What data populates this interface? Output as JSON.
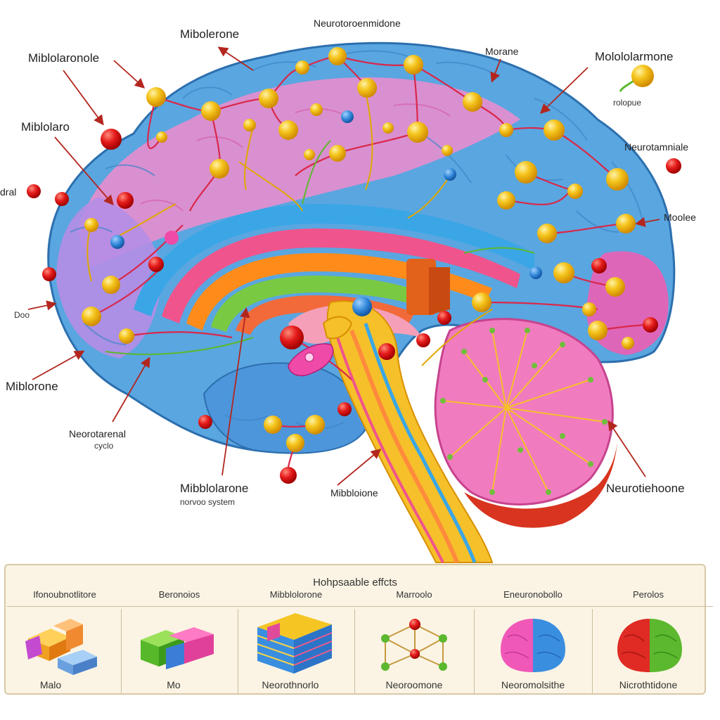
{
  "diagram": {
    "labels": {
      "top_center": "Neurotoroenmidone",
      "top_left_1": "Mibolerone",
      "left_1": "Miblolaronole",
      "left_2": "Miblolaro",
      "left_3": "dral",
      "left_4": "Doo",
      "left_5": "Miblorone",
      "top_right_1": "Morane",
      "top_right_2": "Molololarmone",
      "top_right_2_sub": "rolopue",
      "right_1": "Neurotamniale",
      "right_2": "Moolee",
      "right_3": "Neurotiehoone",
      "bottom_left_1": "Neorotarenal",
      "bottom_left_1_sub": "cyclo",
      "bottom_center_1": "Mibblolarone",
      "bottom_center_1_sub": "norvoo system",
      "bottom_center_2": "Mibbloione"
    },
    "colors": {
      "cortex_blue": "#5aa6e0",
      "cortex_pink": "#f08ccc",
      "cortex_purple": "#b48ee6",
      "node_yellow": "#f2c21a",
      "node_red": "#e0161b",
      "node_blue": "#2f86d8",
      "axon_red": "#d9284a",
      "brainstem_yellow": "#f5c02a",
      "cerebellum_pink": "#f07cbf",
      "legend_bg": "#fbf4e4"
    }
  },
  "legend": {
    "title": "Hohpsaable effcts",
    "items": [
      {
        "header": "Ifonoubnotlitore",
        "footer": "Malo",
        "icon": "stacked-blocks-icon"
      },
      {
        "header": "Beronoios",
        "footer": "Mo",
        "icon": "green-pink-blocks-icon"
      },
      {
        "header": "Mibblolorone",
        "footer": "Neorothnorlo",
        "icon": "striped-cube-icon"
      },
      {
        "header": "Marroolo",
        "footer": "Neoroomone",
        "icon": "molecule-lattice-icon"
      },
      {
        "header": "Eneuronobollo",
        "footer": "Neoromolsithe",
        "icon": "pink-blue-brain-icon"
      },
      {
        "header": "Perolos",
        "footer": "Nicrothtidone",
        "icon": "red-green-brain-icon"
      }
    ]
  }
}
